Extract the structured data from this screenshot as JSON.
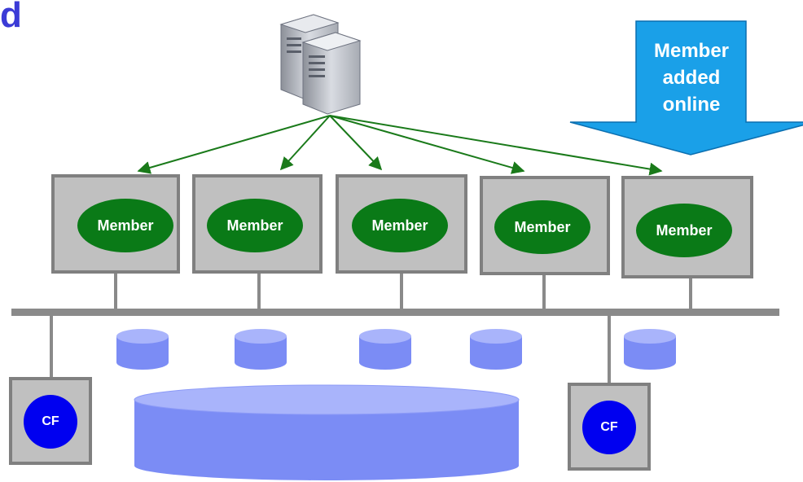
{
  "title_fragment": "d",
  "members": [
    {
      "label": "Member"
    },
    {
      "label": "Member"
    },
    {
      "label": "Member"
    },
    {
      "label": "Member"
    },
    {
      "label": "Member"
    }
  ],
  "cf_nodes": [
    {
      "label": "CF"
    },
    {
      "label": "CF"
    }
  ],
  "callout": {
    "lines": [
      "Member",
      "added",
      "online"
    ]
  },
  "colors": {
    "member_fill": "#0a7a17",
    "box_fill": "#c0c0c0",
    "box_border": "#808080",
    "cf_fill": "#0000f0",
    "arrow": "#1a7a1a",
    "callout_fill": "#1aa0e8",
    "storage_fill": "#7b8cf5",
    "storage_top": "#a9b4fb",
    "bus": "#8a8a8a"
  }
}
